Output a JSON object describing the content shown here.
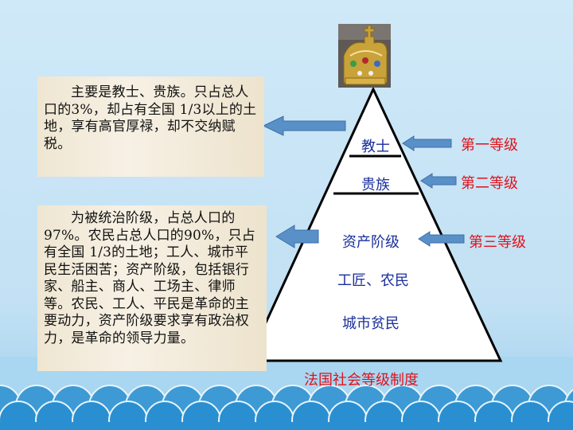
{
  "pyramid": {
    "tiers": [
      {
        "label": "教士"
      },
      {
        "label": "贵族"
      },
      {
        "label": "资产阶级"
      },
      {
        "label": "工匠、农民"
      },
      {
        "label": "城市贫民"
      }
    ],
    "ranks": [
      {
        "label": "第一等级"
      },
      {
        "label": "第二等级"
      },
      {
        "label": "第三等级"
      }
    ],
    "caption": "法国社会等级制度"
  },
  "descriptions": {
    "privileged": "主要是教士、贵族。只占总人口的3%，却占有全国 1/3以上的土地，享有高官厚禄，却不交纳赋税。",
    "third_estate": "为被统治阶级，占总人口的97%。农民占总人口的90%，只占有全国 1/3的土地；工人、城市平民生活困苦；资产阶级，包括银行家、船主、商人、工场主、律师等。农民、工人、平民是革命的主要动力，资产阶级要求享有政治权力，是革命的领导力量。"
  },
  "colors": {
    "tier_text": "#1a2f9c",
    "rank_text": "#e0121a",
    "arrow_fill": "#5a90c8",
    "wave": "#2a8fd0"
  },
  "icons": [
    "crown-icon",
    "arrow-left-icon"
  ]
}
